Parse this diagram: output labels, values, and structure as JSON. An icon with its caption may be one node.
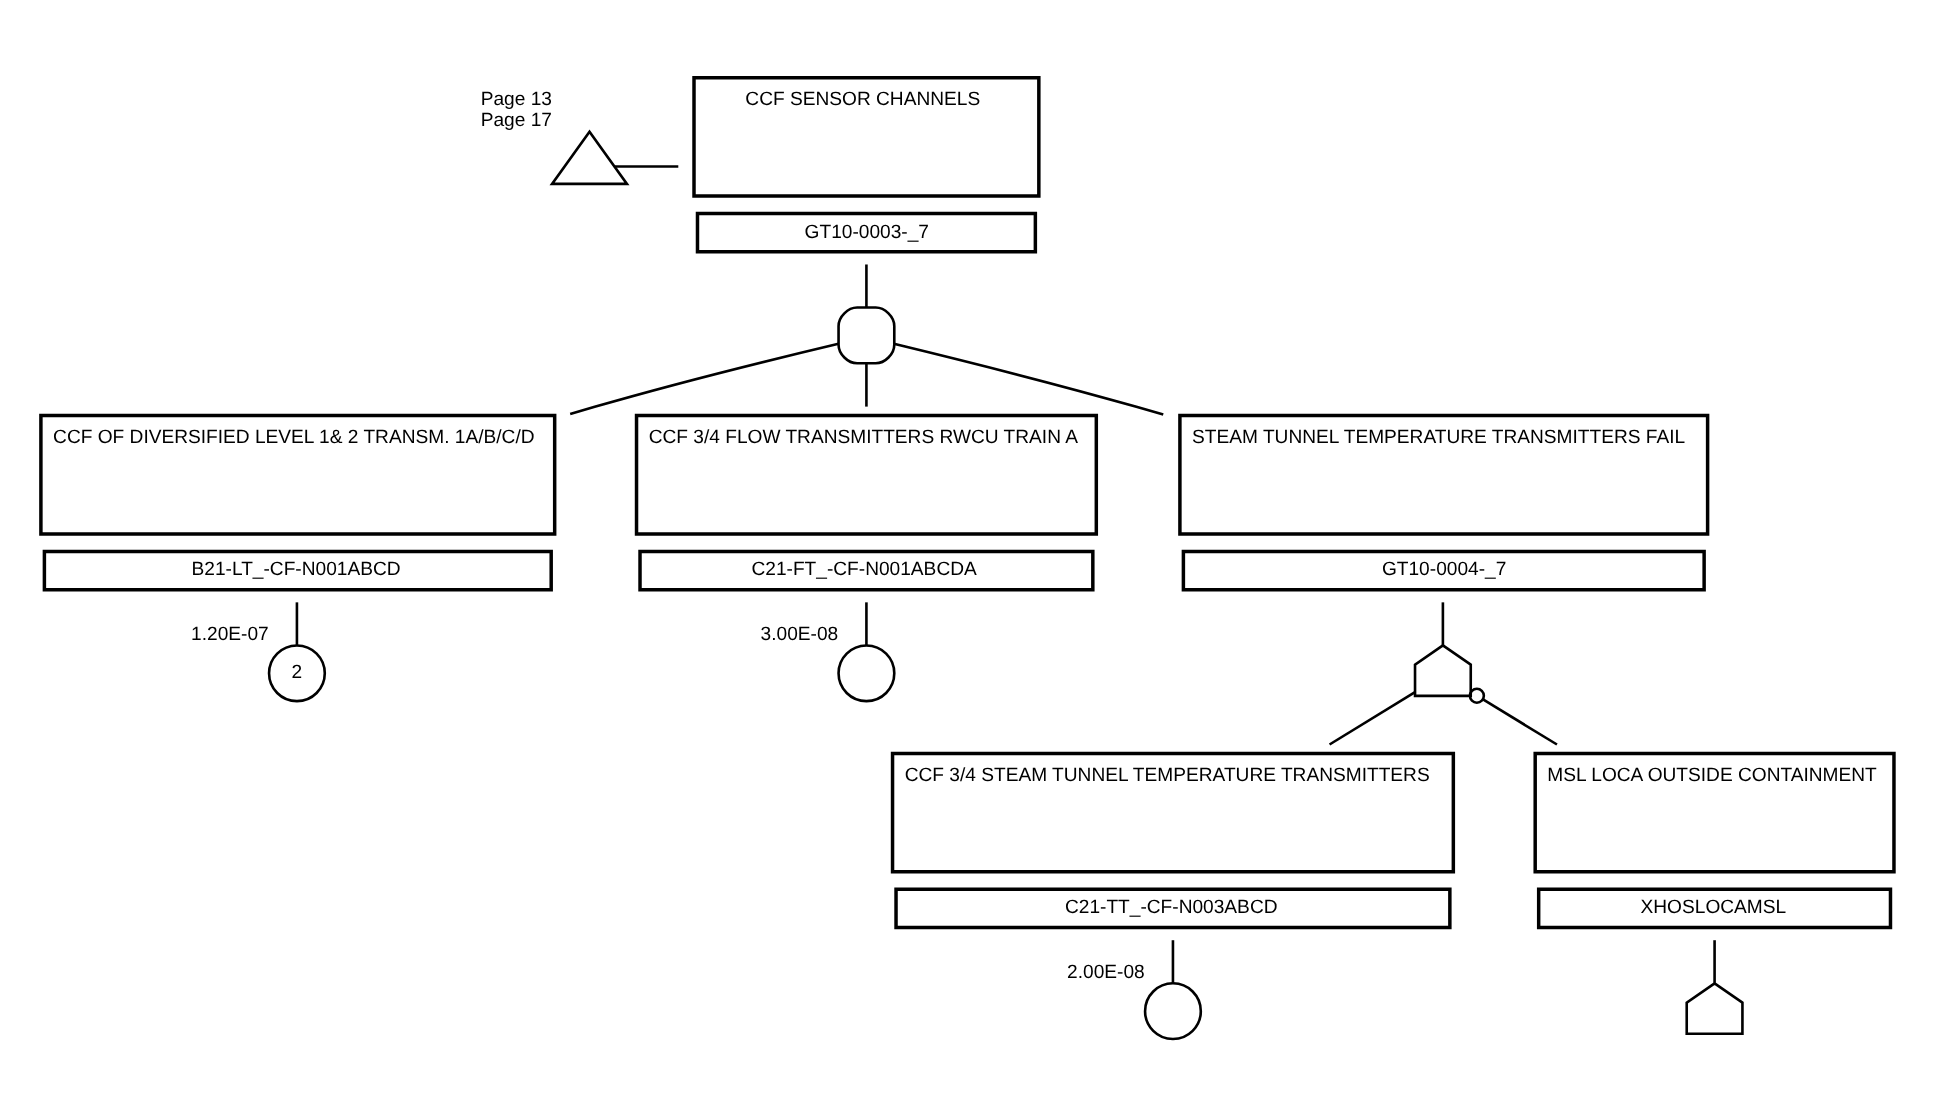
{
  "diagram": {
    "nodes": [
      {
        "text": [
          "CCF SENSOR CHANNELS",
          "GT10-0003-_7"
        ]
      },
      {
        "text": [],
        "shape": "triangle",
        "beside": [
          "Page 13",
          "Page 17"
        ]
      },
      {
        "text": [],
        "shape": "and-gate"
      },
      {
        "text": [
          "CCF OF DIVERSIFIED LEVEL 1& 2 TRANSM. 1A/B/C/D",
          "B21-LT_-CF-N001ABCD"
        ]
      },
      {
        "text": [
          "2"
        ],
        "beside": [
          "1.20E-07"
        ]
      },
      {
        "text": [
          "CCF 3/4 FLOW TRANSMITTERS RWCU TRAIN A",
          "C21-FT_-CF-N001ABCDA"
        ]
      },
      {
        "text": [],
        "shape": "circle",
        "beside": [
          "3.00E-08"
        ]
      },
      {
        "text": [
          "STEAM TUNNEL TEMPERATURE TRANSMITTERS FAIL",
          "GT10-0004-_7"
        ]
      },
      {
        "text": [],
        "shape": "or-gate"
      },
      {
        "text": [
          "CCF 3/4 STEAM TUNNEL TEMPERATURE TRANSMITTERS",
          "C21-TT_-CF-N003ABCD"
        ]
      },
      {
        "text": [],
        "shape": "circle",
        "beside": [
          "2.00E-08"
        ]
      },
      {
        "text": [
          "MSL LOCA OUTSIDE CONTAINMENT",
          "XHOSLOCAMSL"
        ]
      },
      {
        "text": [],
        "shape": "house"
      }
    ],
    "edges": [
      {
        "from": 1,
        "to": 0,
        "arrow": "none"
      },
      {
        "from": 0,
        "to": 2,
        "arrow": "none"
      },
      {
        "from": 2,
        "to": 3,
        "arrow": "none"
      },
      {
        "from": 2,
        "to": 5,
        "arrow": "none"
      },
      {
        "from": 2,
        "to": 7,
        "arrow": "none"
      },
      {
        "from": 3,
        "to": 4,
        "arrow": "none"
      },
      {
        "from": 5,
        "to": 6,
        "arrow": "none"
      },
      {
        "from": 7,
        "to": 8,
        "arrow": "none"
      },
      {
        "from": 8,
        "to": 9,
        "arrow": "none"
      },
      {
        "from": 8,
        "to": 11,
        "arrow": "other"
      },
      {
        "from": 9,
        "to": 10,
        "arrow": "none"
      },
      {
        "from": 11,
        "to": 12,
        "arrow": "none"
      }
    ]
  }
}
